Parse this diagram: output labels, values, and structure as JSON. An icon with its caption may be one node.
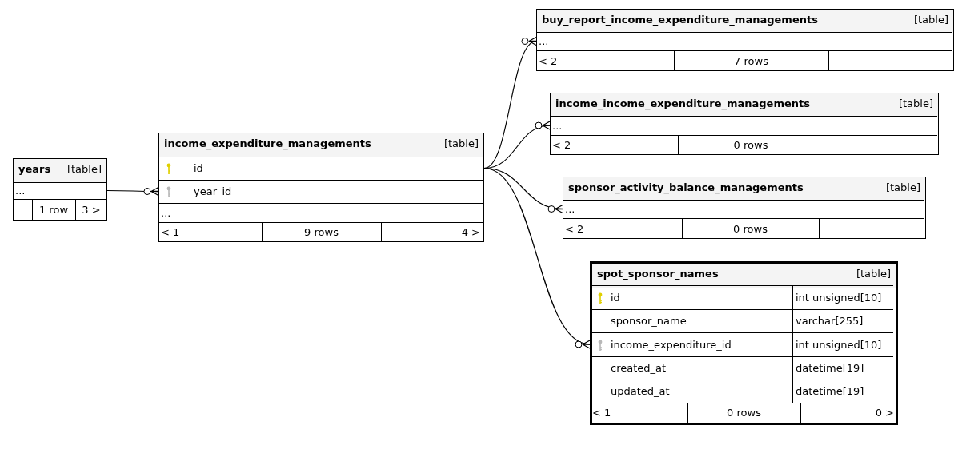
{
  "diagram": {
    "nodes": [
      {
        "text": [
          "years",
          "[table]"
        ]
      },
      {
        "text": [
          "..."
        ],
        "in": 0
      },
      {
        "text": [
          "1 row",
          "3 >"
        ],
        "in": 0
      },
      {
        "text": [
          "income_expenditure_managements",
          "[table]"
        ]
      },
      {
        "text": [
          "id"
        ],
        "in": 3
      },
      {
        "text": [
          "year_id"
        ],
        "in": 3
      },
      {
        "text": [
          "..."
        ],
        "in": 3
      },
      {
        "text": [
          "< 1",
          "9 rows",
          "4 >"
        ],
        "in": 3
      },
      {
        "text": [
          "buy_report_income_expenditure_managements",
          "[table]"
        ]
      },
      {
        "text": [
          "..."
        ],
        "in": 8
      },
      {
        "text": [
          "< 2",
          "7 rows"
        ],
        "in": 8
      },
      {
        "text": [
          "income_income_expenditure_managements",
          "[table]"
        ]
      },
      {
        "text": [
          "..."
        ],
        "in": 11
      },
      {
        "text": [
          "< 2",
          "0 rows"
        ],
        "in": 11
      },
      {
        "text": [
          "sponsor_activity_balance_managements",
          "[table]"
        ]
      },
      {
        "text": [
          "..."
        ],
        "in": 14
      },
      {
        "text": [
          "< 2",
          "0 rows"
        ],
        "in": 14
      },
      {
        "text": [
          "spot_sponsor_names",
          "[table]"
        ]
      },
      {
        "text": [
          "id",
          "int unsigned[10]"
        ],
        "in": 17
      },
      {
        "text": [
          "sponsor_name",
          "varchar[255]"
        ],
        "in": 17
      },
      {
        "text": [
          "income_expenditure_id",
          "int unsigned[10]"
        ],
        "in": 17
      },
      {
        "text": [
          "created_at",
          "datetime[19]"
        ],
        "in": 17
      },
      {
        "text": [
          "updated_at",
          "datetime[19]"
        ],
        "in": 17
      },
      {
        "text": [
          "< 1",
          "0 rows",
          "0 >"
        ],
        "in": 17
      }
    ],
    "edges": [
      {
        "from": 1,
        "to": 5,
        "arrow": "other"
      },
      {
        "from": 4,
        "to": 9,
        "arrow": "other"
      },
      {
        "from": 4,
        "to": 12,
        "arrow": "other"
      },
      {
        "from": 4,
        "to": 15,
        "arrow": "other"
      },
      {
        "from": 4,
        "to": 20,
        "arrow": "other"
      }
    ]
  }
}
